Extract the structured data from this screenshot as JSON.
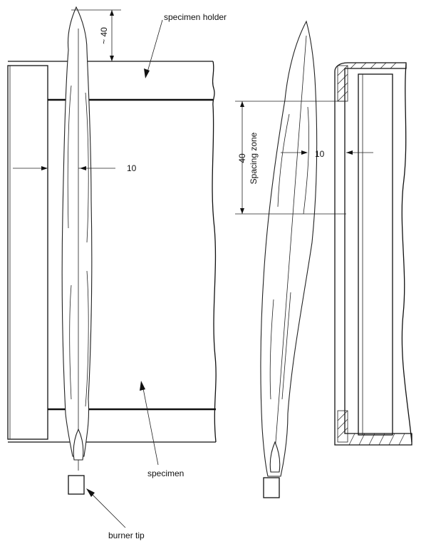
{
  "labels": {
    "specimen_holder": "specimen holder",
    "specimen": "specimen",
    "burner_tip": "burner tip",
    "spacing_zone": "Spacing zone"
  },
  "dimensions": {
    "top_gap": "~ 40",
    "flame_offset_left": "10",
    "spacing_zone_height": "40",
    "flame_offset_right": "10"
  }
}
